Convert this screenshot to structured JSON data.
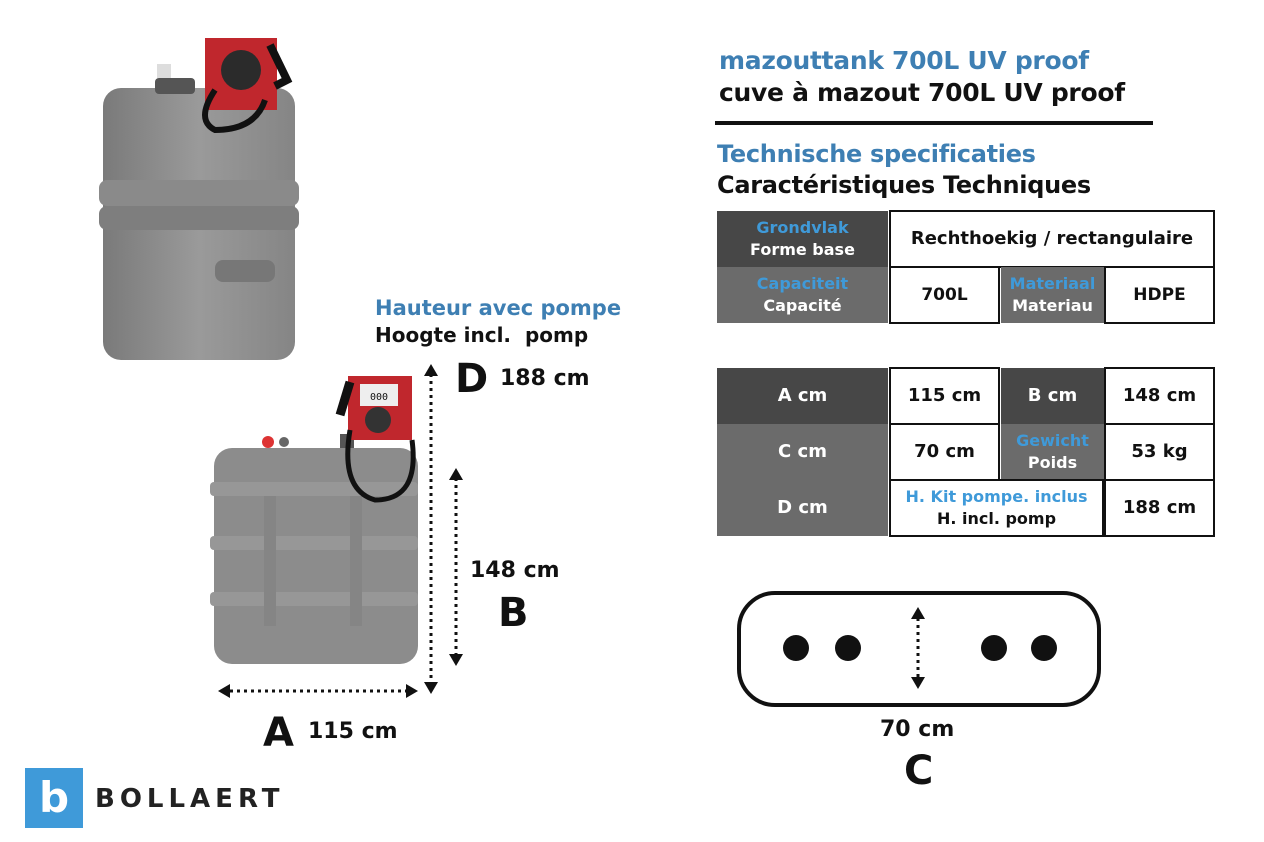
{
  "header": {
    "title_nl": "mazouttank 700L UV proof",
    "title_fr": "cuve à mazout 700L UV proof",
    "specs_nl": "Technische specificaties",
    "specs_fr": "Caractéristiques Techniques"
  },
  "table1": {
    "base_nl": "Grondvlak",
    "base_fr": "Forme base",
    "base_value": "Rechthoekig / rectangulaire",
    "capacity_nl": "Capaciteit",
    "capacity_fr": "Capacité",
    "capacity_value": "700L",
    "material_nl": "Materiaal",
    "material_fr": "Materiau",
    "material_value": "HDPE"
  },
  "table2": {
    "a_label": "A cm",
    "a_value": "115 cm",
    "b_label": "B cm",
    "b_value": "148 cm",
    "c_label": "C cm",
    "c_value": "70 cm",
    "weight_nl": "Gewicht",
    "weight_fr": "Poids",
    "weight_value": "53 kg",
    "d_label": "D cm",
    "kit_fr": "H. Kit pompe. inclus",
    "kit_nl": "H. incl. pomp",
    "d_value": "188 cm"
  },
  "diagram": {
    "height_pump_fr": "Hauteur avec pompe",
    "height_pump_nl": "Hoogte incl.  pomp",
    "d_letter": "D",
    "d_value": "188 cm",
    "b_value": "148 cm",
    "b_letter": "B",
    "a_letter": "A",
    "a_value": "115 cm",
    "c_value": "70 cm",
    "c_letter": "C"
  },
  "brand": {
    "name": "BOLLAERT",
    "logo_letter": "b",
    "logo_color": "#3f9ad9"
  },
  "pump_display": "000",
  "colors": {
    "accent_blue": "#3e7fb3",
    "light_blue": "#3f9ad9",
    "tank_gray": "#8e8e8e",
    "pump_red": "#c0272d"
  }
}
